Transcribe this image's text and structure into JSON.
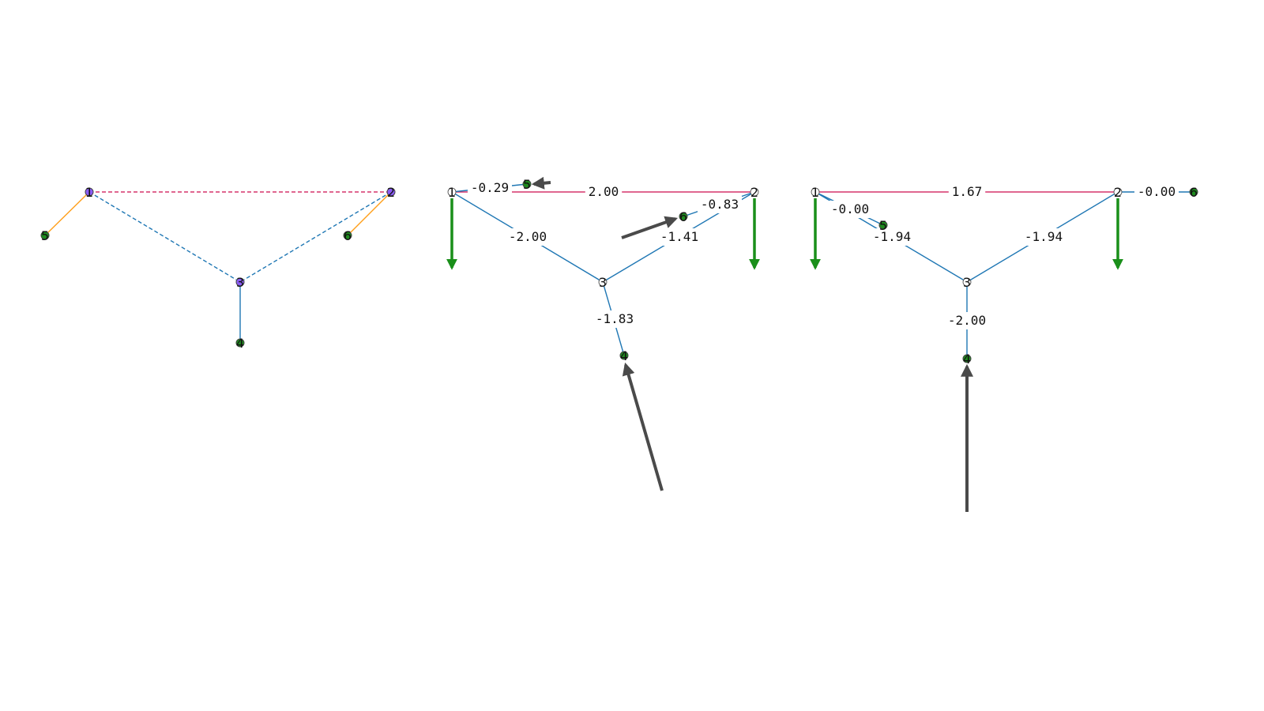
{
  "colors": {
    "bar": "#1f77b4",
    "cable": "#d6336c",
    "spring": "#ff9f1a",
    "free_node": "#8a5cf5",
    "support_node": "#1e8a1e",
    "load_arrow": "#1a8f1a",
    "reaction_arrow": "#4a4a4a",
    "hollow_node": "#ffffff"
  },
  "panels": [
    {
      "name": "structure",
      "nodes": [
        {
          "id": "1",
          "label": "1",
          "kind": "free"
        },
        {
          "id": "2",
          "label": "2",
          "kind": "free"
        },
        {
          "id": "3",
          "label": "3",
          "kind": "free"
        },
        {
          "id": "4",
          "label": "4",
          "kind": "support"
        },
        {
          "id": "5",
          "label": "5",
          "kind": "support"
        },
        {
          "id": "6",
          "label": "6",
          "kind": "support"
        }
      ],
      "edges": [
        {
          "from": "1",
          "to": "2",
          "type": "cable",
          "dashed": true
        },
        {
          "from": "1",
          "to": "3",
          "type": "bar",
          "dashed": true
        },
        {
          "from": "2",
          "to": "3",
          "type": "bar",
          "dashed": true
        },
        {
          "from": "3",
          "to": "4",
          "type": "bar",
          "dashed": false
        },
        {
          "from": "1",
          "to": "5",
          "type": "spring",
          "dashed": false
        },
        {
          "from": "2",
          "to": "6",
          "type": "spring",
          "dashed": false
        }
      ]
    },
    {
      "name": "solution-a",
      "nodes": [
        {
          "id": "1",
          "label": "1",
          "kind": "hollow"
        },
        {
          "id": "2",
          "label": "2",
          "kind": "hollow"
        },
        {
          "id": "3",
          "label": "3",
          "kind": "hollow"
        },
        {
          "id": "4",
          "label": "4",
          "kind": "support"
        },
        {
          "id": "5",
          "label": "5",
          "kind": "support"
        },
        {
          "id": "6",
          "label": "6",
          "kind": "support"
        }
      ],
      "edges": [
        {
          "from": "1",
          "to": "2",
          "type": "cable",
          "force": "2.00"
        },
        {
          "from": "1",
          "to": "3",
          "type": "bar",
          "force": "-2.00"
        },
        {
          "from": "2",
          "to": "3",
          "type": "bar",
          "force": "-1.41"
        },
        {
          "from": "3",
          "to": "4",
          "type": "bar",
          "force": "-1.83"
        },
        {
          "from": "1",
          "to": "5",
          "type": "bar",
          "force": "-0.29"
        },
        {
          "from": "2",
          "to": "6",
          "type": "bar",
          "force": "-0.83"
        }
      ],
      "loads": [
        "1",
        "2"
      ],
      "reactions": [
        "4",
        "5",
        "6"
      ]
    },
    {
      "name": "solution-b",
      "nodes": [
        {
          "id": "1",
          "label": "1",
          "kind": "hollow"
        },
        {
          "id": "2",
          "label": "2",
          "kind": "hollow"
        },
        {
          "id": "3",
          "label": "3",
          "kind": "hollow"
        },
        {
          "id": "4",
          "label": "4",
          "kind": "support"
        },
        {
          "id": "5",
          "label": "5",
          "kind": "support"
        },
        {
          "id": "6",
          "label": "6",
          "kind": "support"
        }
      ],
      "edges": [
        {
          "from": "1",
          "to": "2",
          "type": "cable",
          "force": "1.67"
        },
        {
          "from": "1",
          "to": "3",
          "type": "bar",
          "force": "-1.94"
        },
        {
          "from": "2",
          "to": "3",
          "type": "bar",
          "force": "-1.94"
        },
        {
          "from": "3",
          "to": "4",
          "type": "bar",
          "force": "-2.00"
        },
        {
          "from": "1",
          "to": "5",
          "type": "bar",
          "force": "-0.00"
        },
        {
          "from": "2",
          "to": "6",
          "type": "bar",
          "force": "-0.00"
        }
      ],
      "loads": [
        "1",
        "2"
      ],
      "reactions": [
        "4"
      ]
    }
  ]
}
